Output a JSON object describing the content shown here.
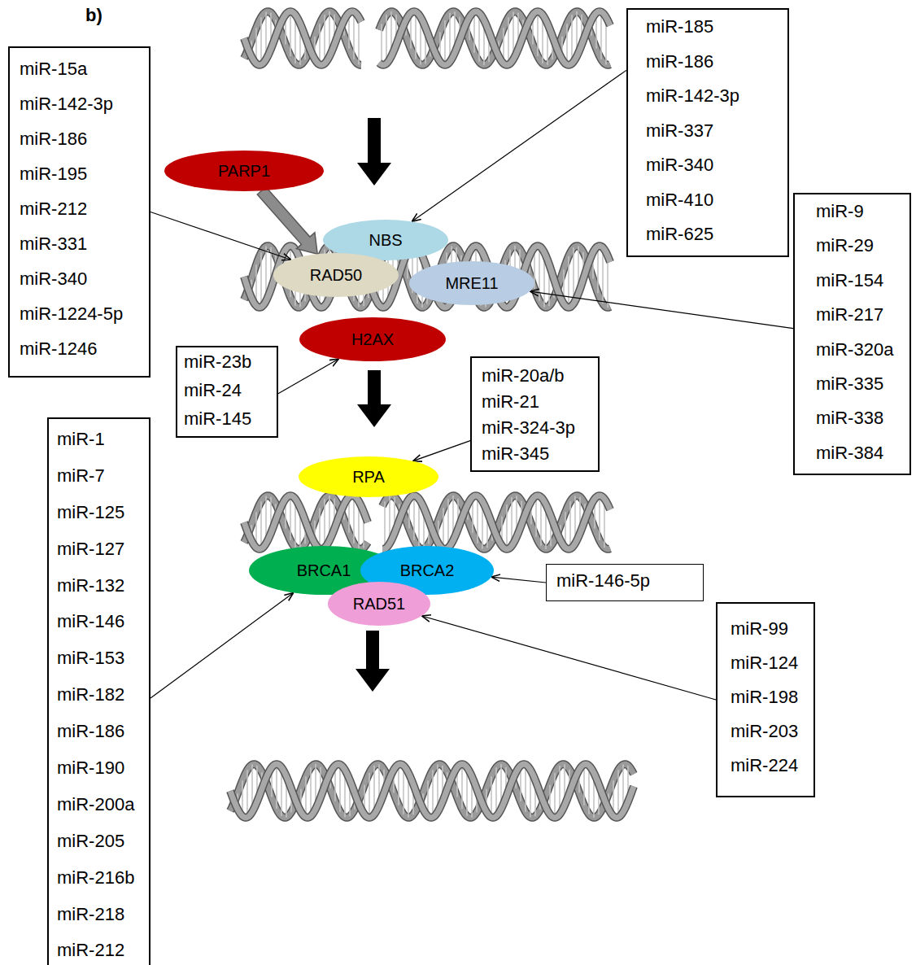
{
  "diagram": {
    "nodes": [
      {
        "text": [
          "miR-15a",
          "miR-142-3p",
          "miR-186",
          "miR-195",
          "miR-212",
          "miR-331",
          "miR-340",
          "miR-1224-5p",
          "miR-1246"
        ]
      },
      {
        "text": [
          "PARP1"
        ]
      },
      {
        "text": [
          "miR-185",
          "miR-186",
          "miR-142-3p",
          "miR-337",
          "miR-340",
          "miR-410",
          "miR-625"
        ]
      },
      {
        "text": [
          "NBS"
        ]
      },
      {
        "text": [
          "RAD50"
        ]
      },
      {
        "text": [
          "MRE11"
        ]
      },
      {
        "text": [
          "miR-9",
          "miR-29",
          "miR-154",
          "miR-217",
          "miR-320a",
          "miR-335",
          "miR-338",
          "miR-384"
        ]
      },
      {
        "text": [
          "H2AX"
        ]
      },
      {
        "text": [
          "miR-23b",
          "miR-24",
          "miR-145"
        ]
      },
      {
        "text": [
          "miR-20a/b",
          "miR-21",
          "miR-324-3p",
          "miR-345"
        ]
      },
      {
        "text": [
          "RPA"
        ]
      },
      {
        "text": [
          "miR-1",
          "miR-7",
          "miR-125",
          "miR-127",
          "miR-132",
          "miR-146",
          "miR-153",
          "miR-182",
          "miR-186",
          "miR-190",
          "miR-200a",
          "miR-205",
          "miR-216b",
          "miR-218",
          "miR-212"
        ]
      },
      {
        "text": [
          "BRCA1"
        ]
      },
      {
        "text": [
          "BRCA2"
        ]
      },
      {
        "text": [
          "RAD51"
        ]
      },
      {
        "text": [
          "miR-146-5p"
        ]
      },
      {
        "text": [
          "miR-99",
          "miR-124",
          "miR-198",
          "miR-203",
          "miR-224"
        ]
      }
    ],
    "edges": [
      {
        "from": 1,
        "to": 4,
        "arrow": "to"
      },
      {
        "from": 0,
        "to": 4,
        "arrow": "to"
      },
      {
        "from": 2,
        "to": 3,
        "arrow": "to"
      },
      {
        "from": 6,
        "to": 5,
        "arrow": "to"
      },
      {
        "from": 8,
        "to": 7,
        "arrow": "to"
      },
      {
        "from": 9,
        "to": 10,
        "arrow": "to"
      },
      {
        "from": 11,
        "to": 12,
        "arrow": "to"
      },
      {
        "from": 15,
        "to": 13,
        "arrow": "to"
      },
      {
        "from": 16,
        "to": 14,
        "arrow": "to"
      }
    ],
    "labels": [
      "b)"
    ]
  }
}
